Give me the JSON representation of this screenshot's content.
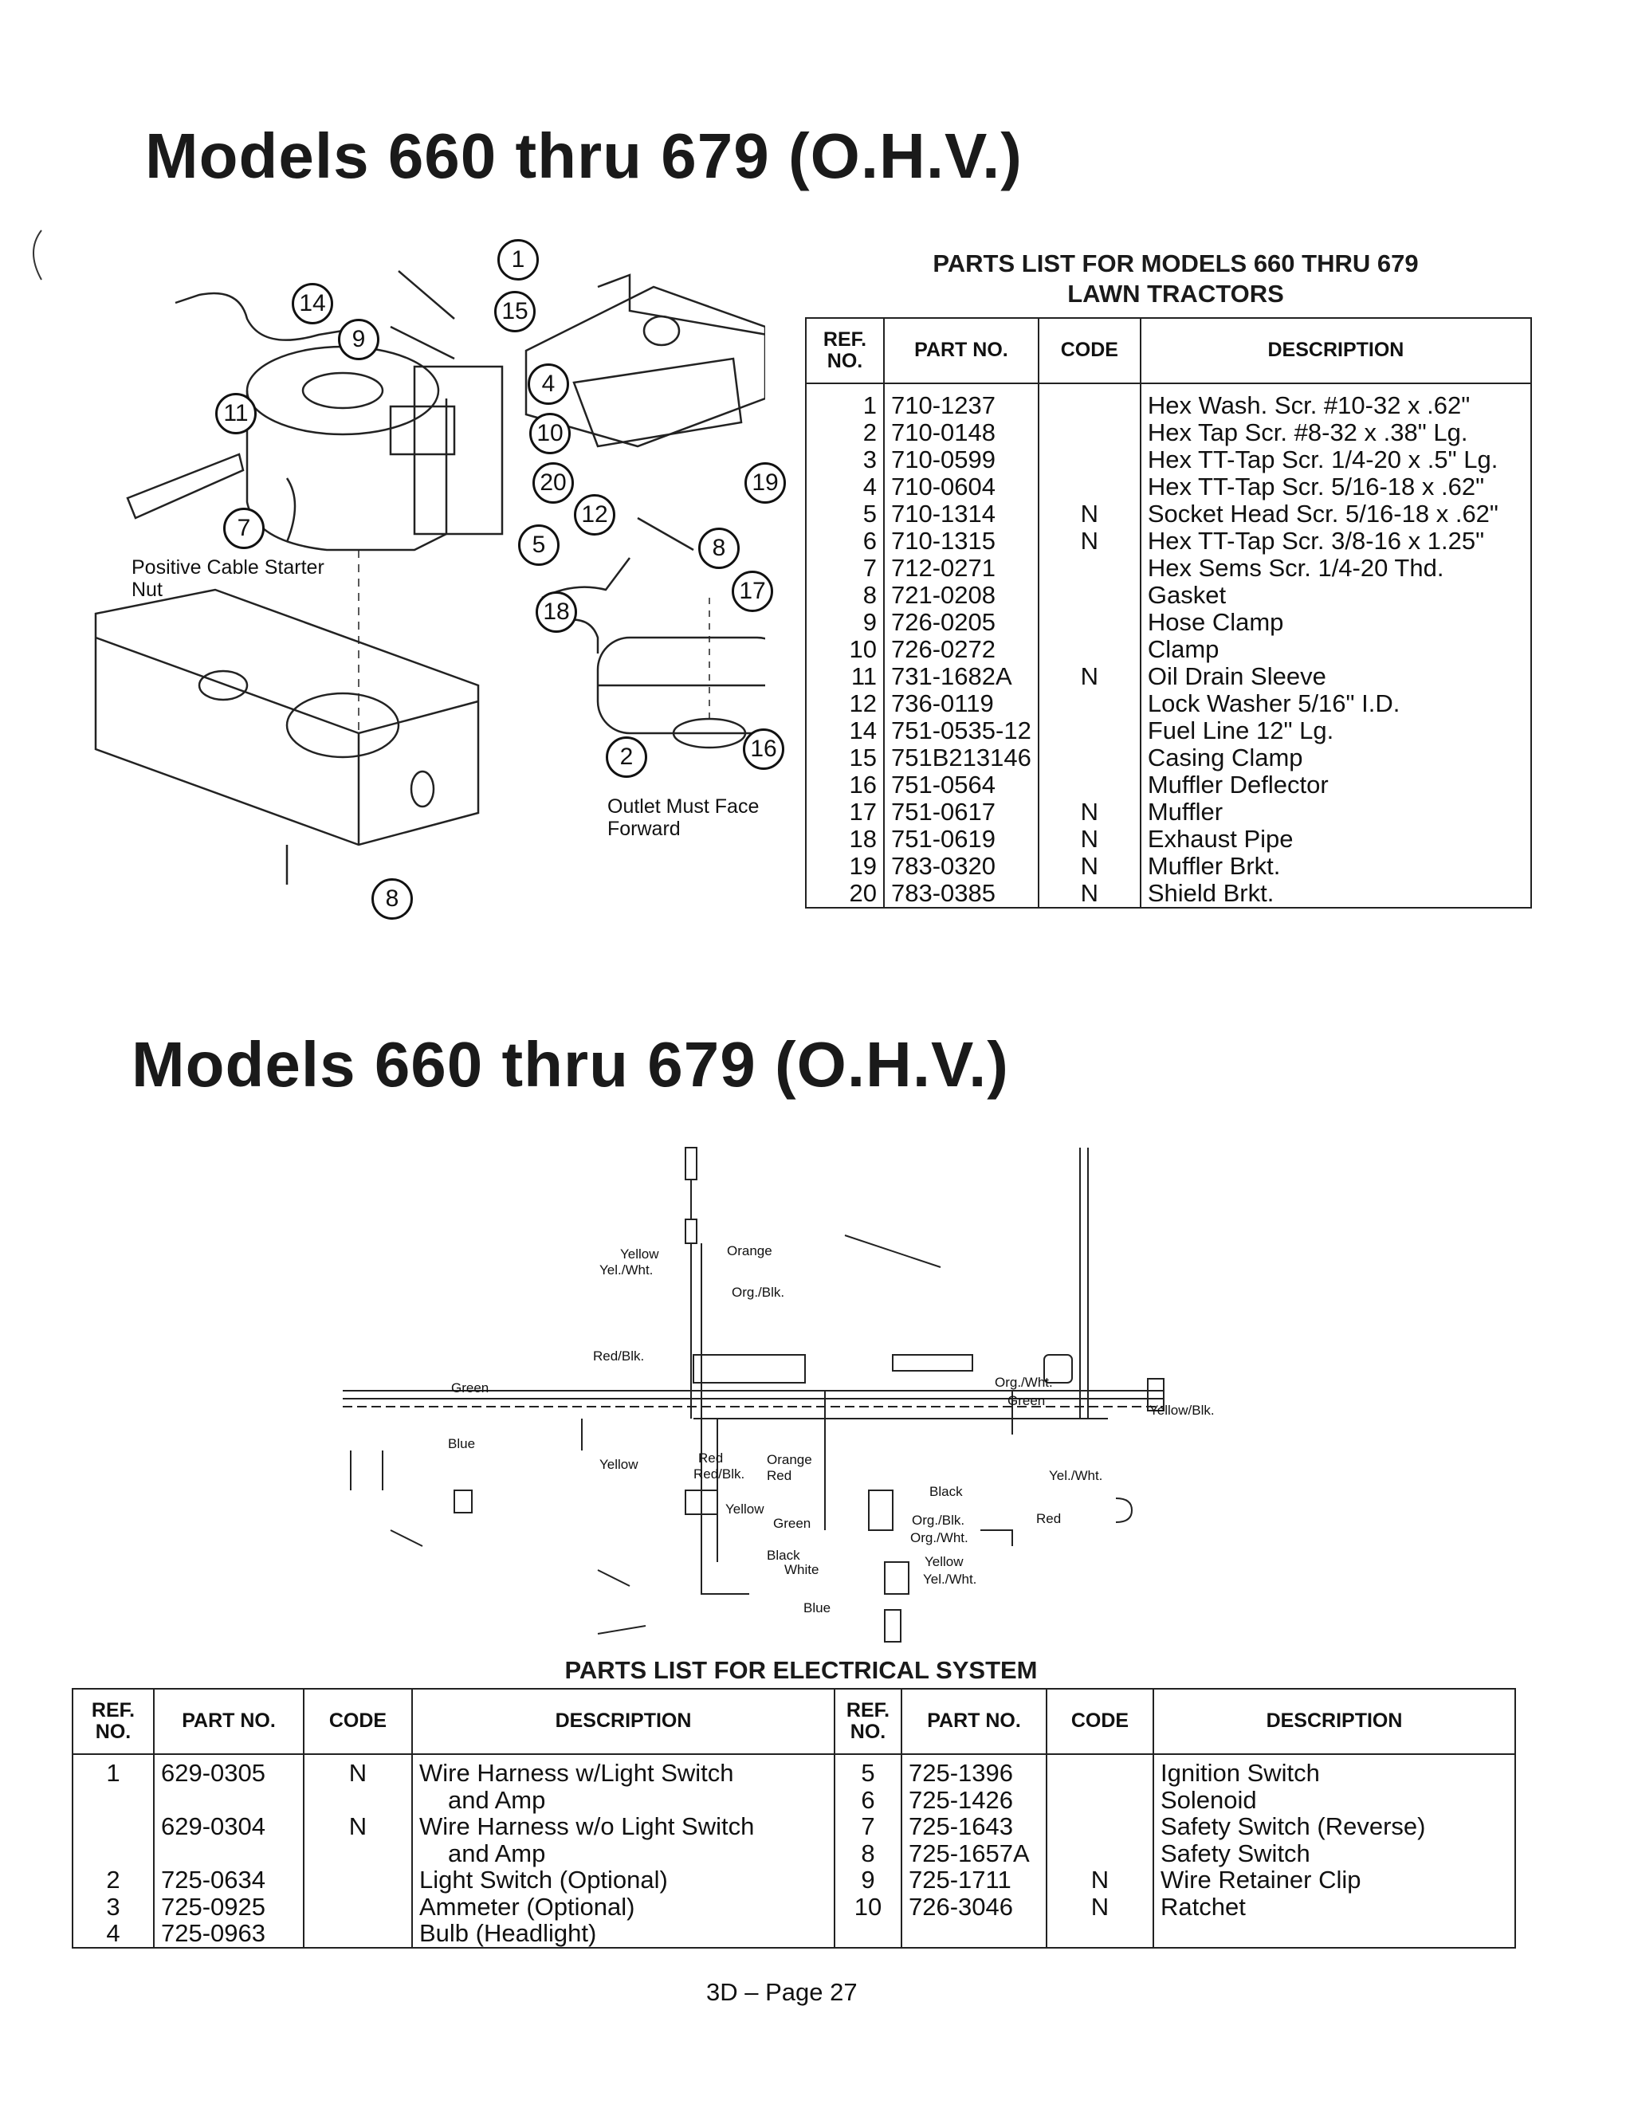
{
  "section1": {
    "title": "Models 660 thru 679 (O.H.V.)",
    "parts_heading_line1": "PARTS LIST FOR MODELS 660 THRU 679",
    "parts_heading_line2": "LAWN TRACTORS",
    "diagram_labels": {
      "starter_nut_line1": "Positive Cable Starter",
      "starter_nut_line2": "Nut",
      "outlet_line1": "Outlet Must Face",
      "outlet_line2": "Forward"
    },
    "callouts": [
      "1",
      "15",
      "14",
      "9",
      "11",
      "7",
      "4",
      "10",
      "20",
      "12",
      "5",
      "8",
      "19",
      "17",
      "18",
      "2",
      "16",
      "8"
    ],
    "columns": [
      "REF. NO.",
      "PART NO.",
      "CODE",
      "DESCRIPTION"
    ],
    "rows": [
      {
        "ref": "1",
        "part": "710-1237",
        "code": "",
        "desc": "Hex Wash. Scr. #10-32 x .62\""
      },
      {
        "ref": "2",
        "part": "710-0148",
        "code": "",
        "desc": "Hex Tap Scr. #8-32 x .38\" Lg."
      },
      {
        "ref": "3",
        "part": "710-0599",
        "code": "",
        "desc": "Hex TT-Tap Scr. 1/4-20 x .5\" Lg."
      },
      {
        "ref": "4",
        "part": "710-0604",
        "code": "",
        "desc": "Hex TT-Tap Scr. 5/16-18 x .62\""
      },
      {
        "ref": "5",
        "part": "710-1314",
        "code": "N",
        "desc": "Socket Head Scr. 5/16-18 x .62\""
      },
      {
        "ref": "6",
        "part": "710-1315",
        "code": "N",
        "desc": "Hex TT-Tap Scr. 3/8-16 x 1.25\""
      },
      {
        "ref": "7",
        "part": "712-0271",
        "code": "",
        "desc": "Hex Sems Scr. 1/4-20 Thd."
      },
      {
        "ref": "8",
        "part": "721-0208",
        "code": "",
        "desc": "Gasket"
      },
      {
        "ref": "9",
        "part": "726-0205",
        "code": "",
        "desc": "Hose Clamp"
      },
      {
        "ref": "10",
        "part": "726-0272",
        "code": "",
        "desc": "Clamp"
      },
      {
        "ref": "11",
        "part": "731-1682A",
        "code": "N",
        "desc": "Oil Drain Sleeve"
      },
      {
        "ref": "12",
        "part": "736-0119",
        "code": "",
        "desc": "Lock Washer 5/16\" I.D."
      },
      {
        "ref": "14",
        "part": "751-0535-12",
        "code": "",
        "desc": "Fuel Line 12\" Lg."
      },
      {
        "ref": "15",
        "part": "751B213146",
        "code": "",
        "desc": "Casing Clamp"
      },
      {
        "ref": "16",
        "part": "751-0564",
        "code": "",
        "desc": "Muffler Deflector"
      },
      {
        "ref": "17",
        "part": "751-0617",
        "code": "N",
        "desc": "Muffler"
      },
      {
        "ref": "18",
        "part": "751-0619",
        "code": "N",
        "desc": "Exhaust Pipe"
      },
      {
        "ref": "19",
        "part": "783-0320",
        "code": "N",
        "desc": "Muffler Brkt."
      },
      {
        "ref": "20",
        "part": "783-0385",
        "code": "N",
        "desc": "Shield Brkt."
      }
    ]
  },
  "section2": {
    "title": "Models 660 thru 679 (O.H.V.)",
    "parts_heading": "PARTS LIST FOR ELECTRICAL SYSTEM",
    "wire_labels": {
      "yellow": "Yellow",
      "orange": "Orange",
      "yel_wht": "Yel./Wht.",
      "org_blk": "Org./Blk.",
      "red_blk": "Red/Blk.",
      "green": "Green",
      "blue": "Blue",
      "org_wht": "Org./Wht.",
      "yellow_blk": "Yellow/Blk.",
      "red": "Red",
      "black": "Black",
      "white": "White"
    },
    "columns": [
      "REF. NO.",
      "PART NO.",
      "CODE",
      "DESCRIPTION"
    ],
    "left_rows": [
      {
        "ref": "1",
        "part": "629-0305",
        "code": "N",
        "desc": "Wire Harness w/Light Switch"
      },
      {
        "ref": "",
        "part": "",
        "code": "",
        "desc": "and Amp"
      },
      {
        "ref": "",
        "part": "629-0304",
        "code": "N",
        "desc": "Wire Harness w/o Light Switch"
      },
      {
        "ref": "",
        "part": "",
        "code": "",
        "desc": "and Amp"
      },
      {
        "ref": "2",
        "part": "725-0634",
        "code": "",
        "desc": "Light Switch (Optional)"
      },
      {
        "ref": "3",
        "part": "725-0925",
        "code": "",
        "desc": "Ammeter (Optional)"
      },
      {
        "ref": "4",
        "part": "725-0963",
        "code": "",
        "desc": "Bulb (Headlight)"
      }
    ],
    "right_rows": [
      {
        "ref": "5",
        "part": "725-1396",
        "code": "",
        "desc": "Ignition Switch"
      },
      {
        "ref": "6",
        "part": "725-1426",
        "code": "",
        "desc": "Solenoid"
      },
      {
        "ref": "7",
        "part": "725-1643",
        "code": "",
        "desc": "Safety Switch (Reverse)"
      },
      {
        "ref": "8",
        "part": "725-1657A",
        "code": "",
        "desc": "Safety Switch"
      },
      {
        "ref": "9",
        "part": "725-1711",
        "code": "N",
        "desc": "Wire Retainer Clip"
      },
      {
        "ref": "10",
        "part": "726-3046",
        "code": "N",
        "desc": "Ratchet"
      }
    ]
  },
  "footer": "3D – Page 27"
}
